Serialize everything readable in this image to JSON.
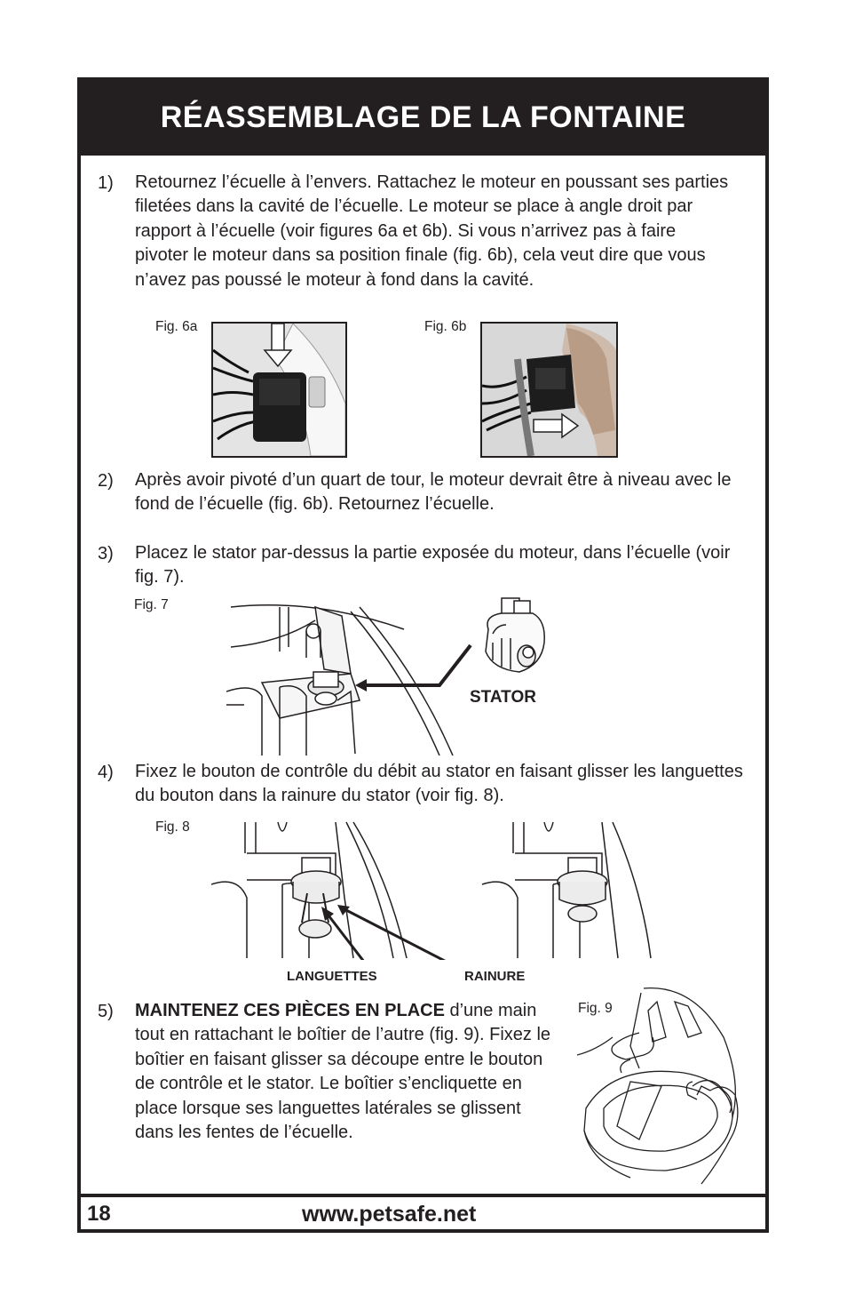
{
  "header": {
    "title": "RÉASSEMBLAGE DE LA FONTAINE"
  },
  "steps": [
    {
      "num": "1)",
      "text": "Retournez l’écuelle à l’envers. Rattachez le moteur en poussant ses parties filetées dans la cavité de l’écuelle. Le moteur se place à angle droit par rapport à l’écuelle (voir figures 6a et 6b). Si vous n’arrivez pas à faire pivoter le moteur dans sa position finale (fig. 6b), cela veut dire que vous n’avez pas poussé le moteur à fond dans la cavité."
    },
    {
      "num": "2)",
      "text": "Après avoir pivoté d’un quart de tour, le moteur devrait être à niveau avec le fond de l’écuelle (fig. 6b). Retournez l’écuelle."
    },
    {
      "num": "3)",
      "text": "Placez le stator par-dessus la partie exposée du moteur, dans l’écuelle (voir fig. 7)."
    },
    {
      "num": "4)",
      "text": "Fixez le bouton de contrôle du débit au stator en faisant glisser les languettes du bouton dans la rainure du stator (voir fig. 8)."
    },
    {
      "num": "5)",
      "bold": "MAINTENEZ CES PIÈCES EN PLACE",
      "text": " d’une main tout en rattachant le boîtier de l’autre (fig. 9). Fixez le boîtier en faisant glisser sa découpe entre le bouton de contrôle et le stator. Le boîtier s’encliquette en place lorsque ses languettes latérales se glissent dans les fentes de l’écuelle."
    }
  ],
  "figures": {
    "fig6a": "Fig. 6a",
    "fig6b": "Fig. 6b",
    "fig7": "Fig. 7",
    "fig8": "Fig. 8",
    "fig9": "Fig. 9"
  },
  "labels": {
    "stator": "STATOR",
    "languettes": "LANGUETTES",
    "rainure": "RAINURE"
  },
  "footer": {
    "page": "18",
    "url": "www.petsafe.net"
  }
}
